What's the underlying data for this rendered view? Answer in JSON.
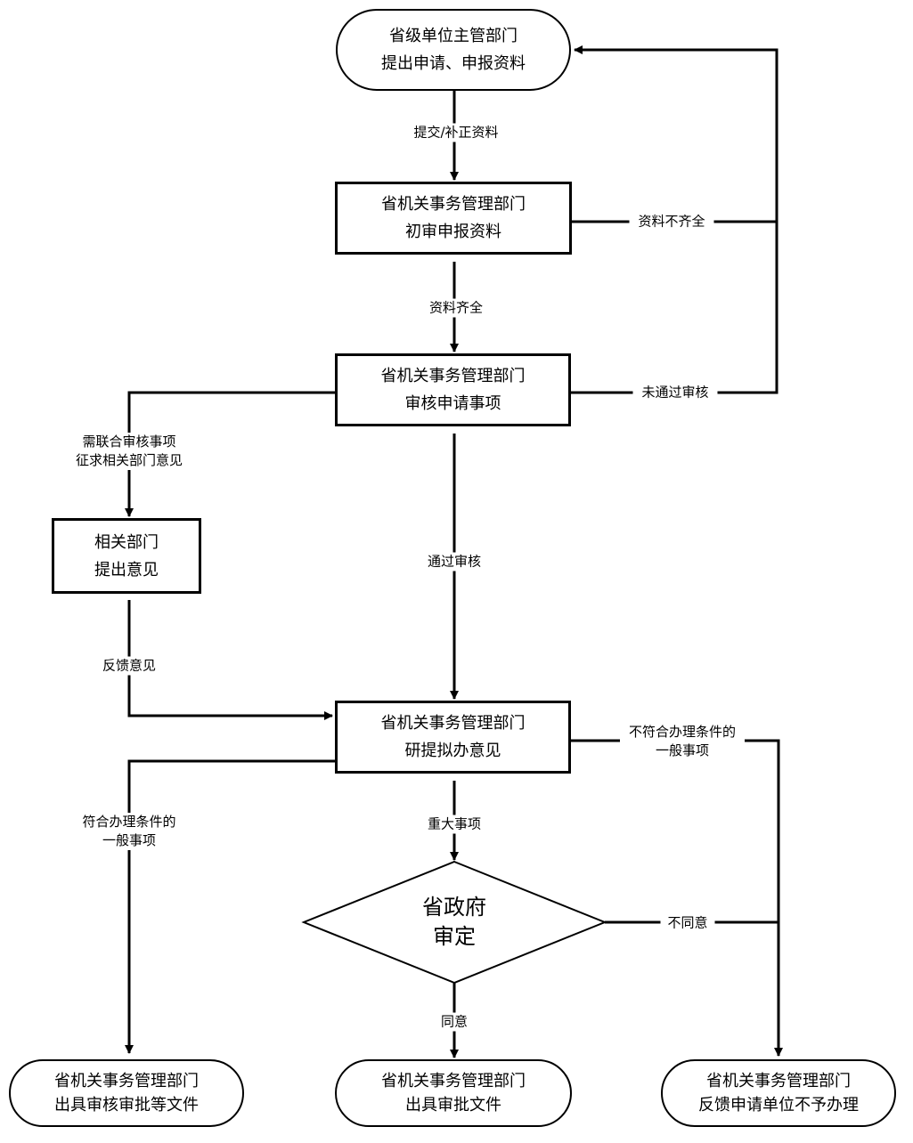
{
  "colors": {
    "stroke": "#000000",
    "background": "#ffffff"
  },
  "nodes": {
    "start": {
      "line1": "省级单位主管部门",
      "line2": "提出申请、申报资料"
    },
    "initial_review": {
      "line1": "省机关事务管理部门",
      "line2": "初审申报资料"
    },
    "audit": {
      "line1": "省机关事务管理部门",
      "line2": "审核申请事项"
    },
    "related_dept": {
      "line1": "相关部门",
      "line2": "提出意见"
    },
    "draft_opinion": {
      "line1": "省机关事务管理部门",
      "line2": "研提拟办意见"
    },
    "gov_decision": {
      "line1": "省政府",
      "line2": "审定"
    },
    "end_left": {
      "line1": "省机关事务管理部门",
      "line2": "出具审核审批等文件"
    },
    "end_center": {
      "line1": "省机关事务管理部门",
      "line2": "出具审批文件"
    },
    "end_right": {
      "line1": "省机关事务管理部门",
      "line2": "反馈申请单位不予办理"
    }
  },
  "edges": {
    "submit": "提交/补正资料",
    "incomplete": "资料不齐全",
    "complete": "资料齐全",
    "not_passed": "未通过审核",
    "joint_review_line1": "需联合审核事项",
    "joint_review_line2": "征求相关部门意见",
    "passed": "通过审核",
    "feedback": "反馈意见",
    "eligible_line1": "符合办理条件的",
    "eligible_line2": "一般事项",
    "ineligible_line1": "不符合办理条件的",
    "ineligible_line2": "一般事项",
    "major": "重大事项",
    "disagree": "不同意",
    "agree": "同意"
  }
}
